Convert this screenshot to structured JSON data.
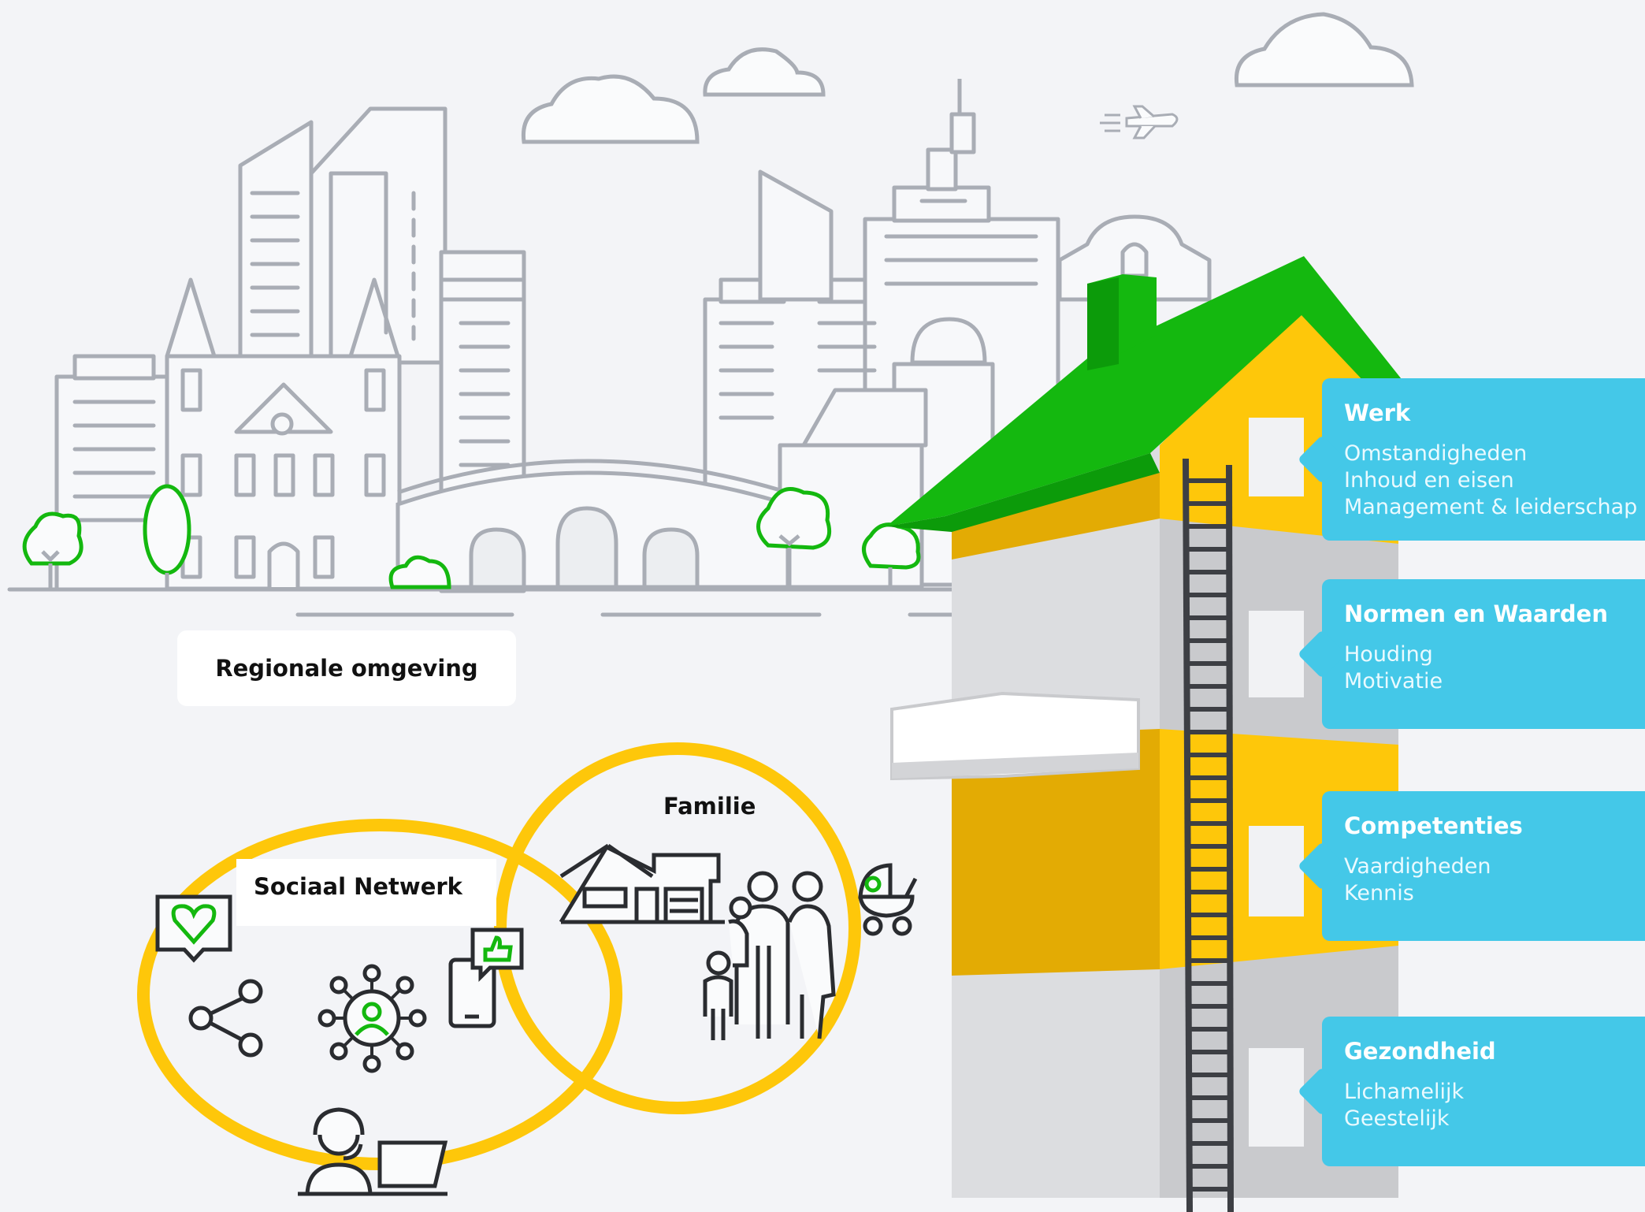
{
  "regional_label": "Regionale omgeving",
  "circles": {
    "sociaal": "Sociaal Netwerk",
    "familie": "Familie"
  },
  "cards": [
    {
      "title": "Werk",
      "items": [
        "Omstandigheden",
        "Inhoud en eisen",
        "Management & leiderschap"
      ]
    },
    {
      "title": "Normen en Waarden",
      "items": [
        "Houding",
        "Motivatie"
      ]
    },
    {
      "title": "Competenties",
      "items": [
        "Vaardigheden",
        "Kennis"
      ]
    },
    {
      "title": "Gezondheid",
      "items": [
        "Lichamelijk",
        "Geestelijk"
      ]
    }
  ],
  "colors": {
    "roof": "#14b80f",
    "house_yellow": "#fec70a",
    "card": "#44c8e8",
    "circle": "#fec70a",
    "line": "#a9adb5",
    "accent_green": "#14b80f"
  },
  "icons": [
    "heart-chat-icon",
    "share-icon",
    "network-person-icon",
    "phone-like-icon",
    "helpdesk-icon",
    "house-icon",
    "family-icon",
    "stroller-icon",
    "plane-icon",
    "cloud-icon",
    "tree-icon"
  ]
}
